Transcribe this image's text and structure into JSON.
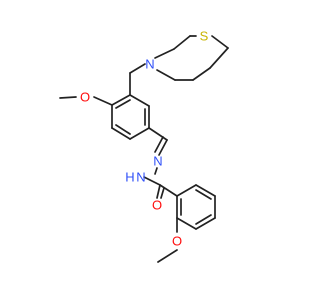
{
  "structure": {
    "atom_colors": {
      "O": "#ff0d0d",
      "N": "#3050f8",
      "S": "#c8b400",
      "H": "#3050f8"
    },
    "labels": {
      "o_top": "O",
      "n_ring": "N",
      "s_ring": "S",
      "n_imine": "N",
      "h_nh": "H",
      "n_amide": "N",
      "o_carbonyl": "O",
      "o_bottom": "O"
    }
  }
}
